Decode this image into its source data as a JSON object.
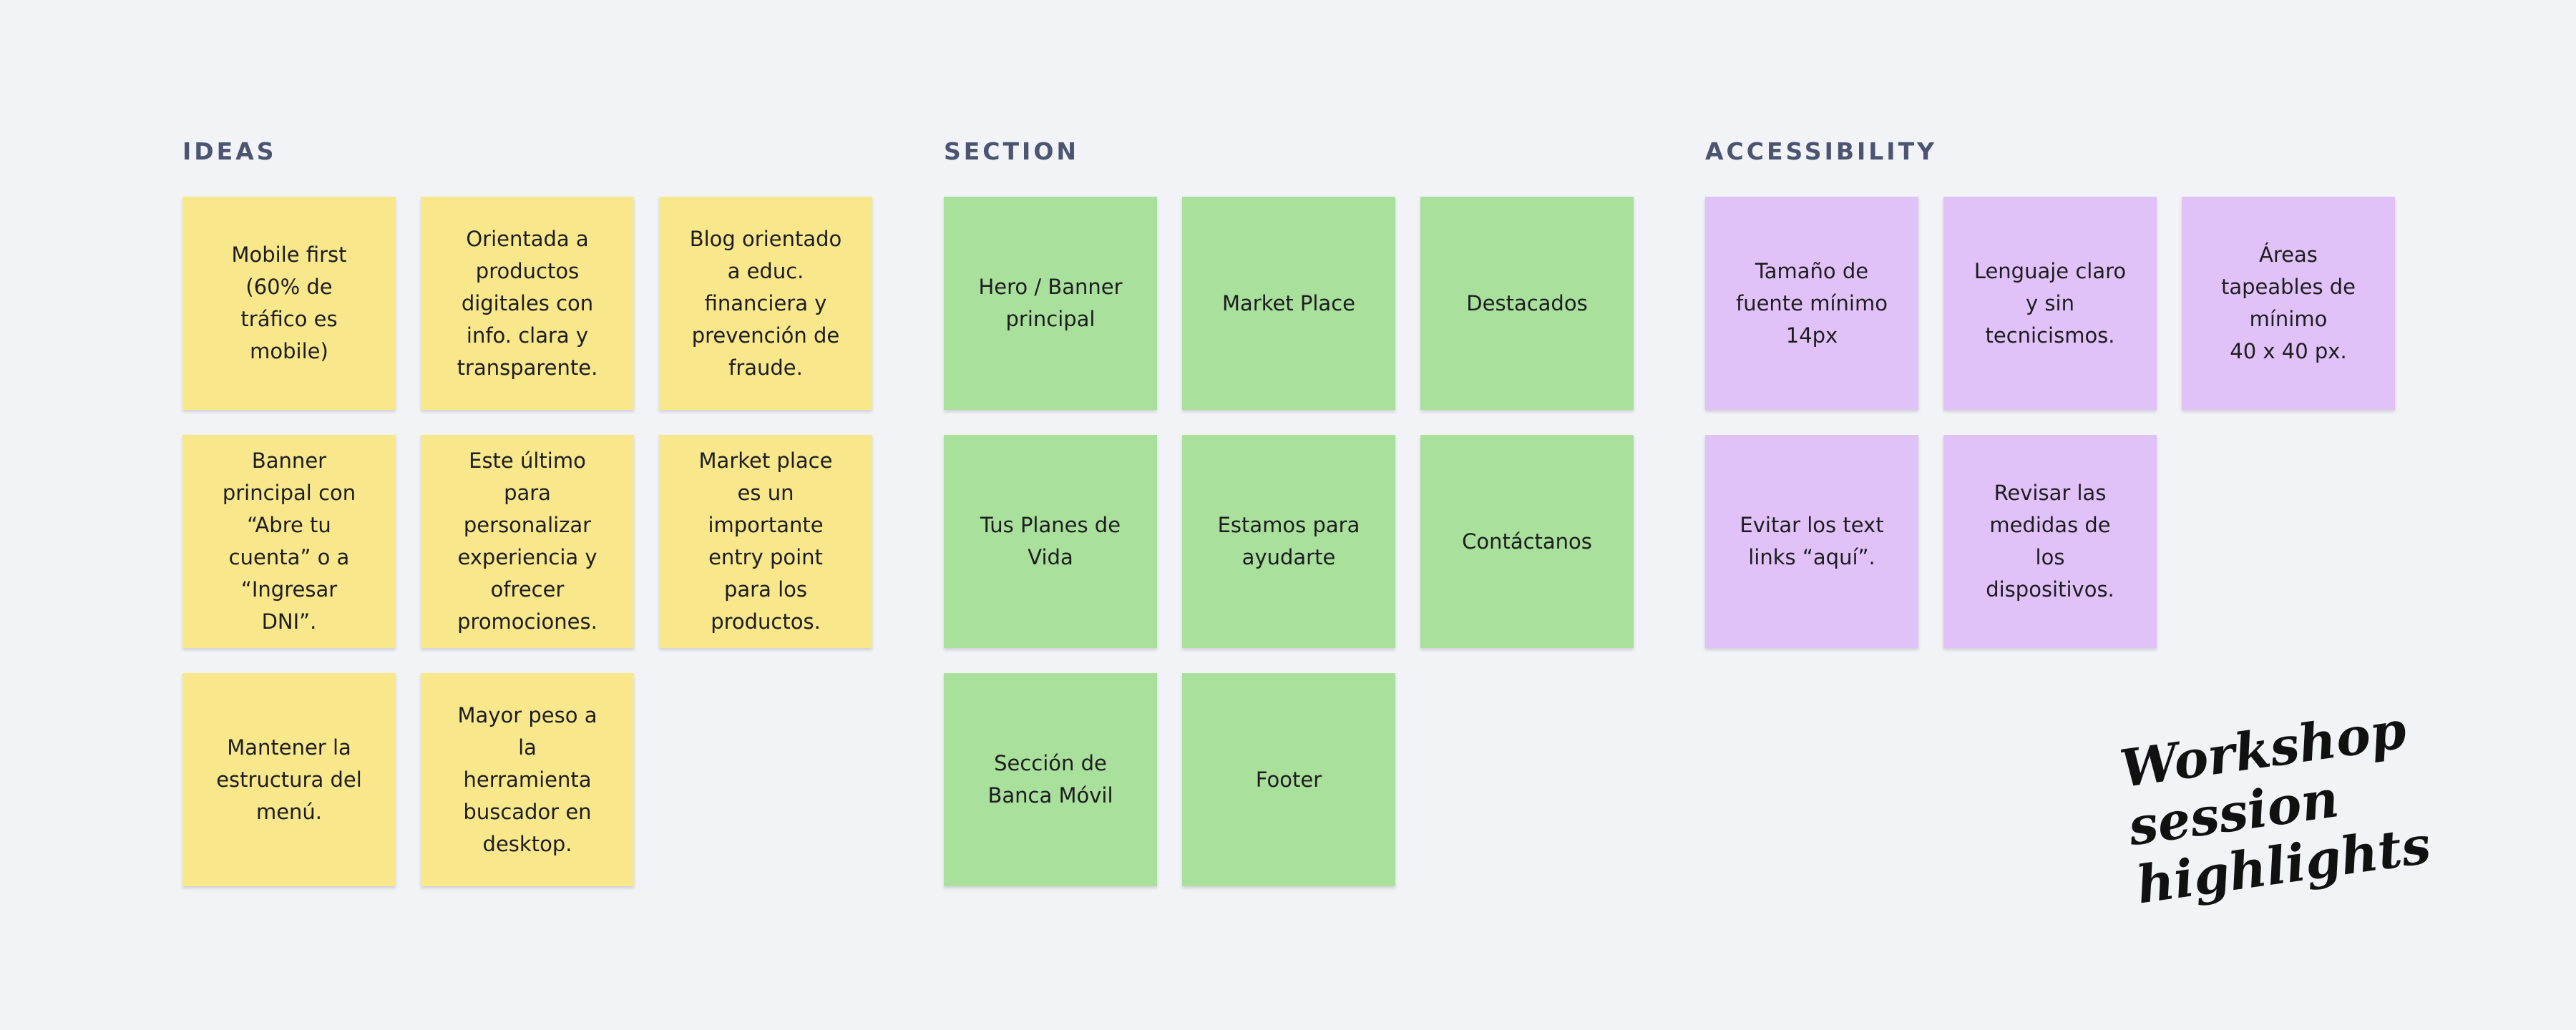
{
  "groups": [
    {
      "title": "IDEAS",
      "color": "#f8e78b",
      "notes": [
        "Mobile first\n(60% de tráfico es mobile)",
        "Orientada a productos digitales con info. clara y transparente.",
        "Blog orientado a educ. financiera y prevención de fraude.",
        "Banner principal con “Abre tu cuenta” o a “Ingresar DNI”.",
        "Este último para personalizar experiencia y ofrecer promociones.",
        "Market place es un importante entry point para los productos.",
        "Mantener la estructura del menú.",
        "Mayor peso a la herramienta buscador en desktop."
      ]
    },
    {
      "title": "SECTION",
      "color": "#a9e09c",
      "notes": [
        "Hero / Banner principal",
        "Market Place",
        "Destacados",
        "Tus Planes de Vida",
        "Estamos para ayudarte",
        "Contáctanos",
        "Sección de Banca Móvil",
        "Footer"
      ]
    },
    {
      "title": "ACCESSIBILITY",
      "color": "#e1c2f8",
      "notes": [
        "Tamaño de fuente mínimo 14px",
        "Lenguaje claro y sin tecnicismos.",
        "Áreas tapeables de mínimo\n40 x 40 px.",
        "Evitar los text links “aquí”.",
        "Revisar las medidas de los dispositivos."
      ]
    }
  ],
  "caption": "Workshop session\nhighlights"
}
